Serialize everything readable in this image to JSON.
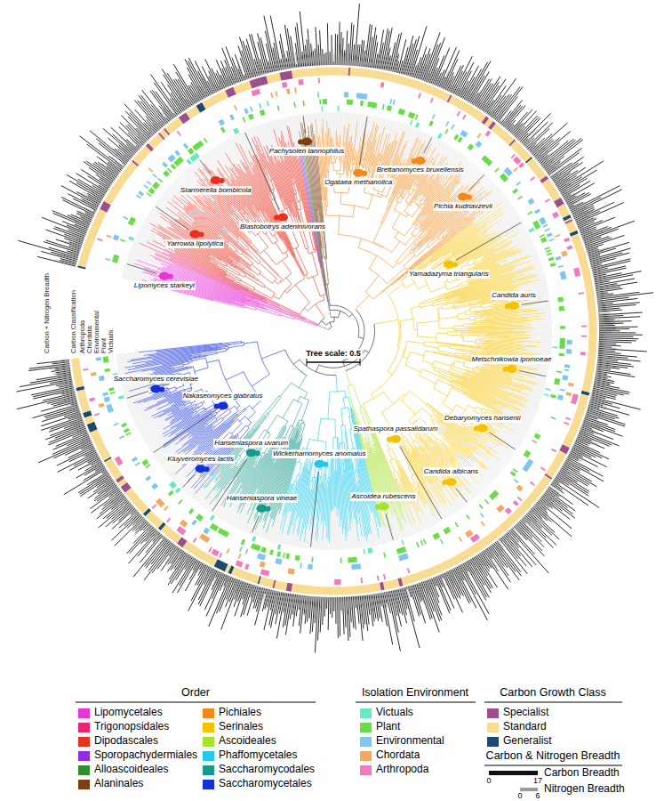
{
  "diagram": {
    "labels": [
      "Tree scale: 0.5",
      "Starmerella bombicola",
      "Pachysolen tannophilus",
      "Ogataea methanolica",
      "Brettanomyces bruxellensis",
      "Pichia kudriavzevii",
      "Blastobotrys adeninivorans",
      "Yamadazyma triangularis",
      "Candida auris",
      "Yarrowia lipolytica",
      "Metschnikowia ipomoeae",
      "Lipomyces starkeyi",
      "Debaryomyces hansenii",
      "Saccharomyces cerevisiae",
      "Nakaseomyces glabratus",
      "Kluyveromyces lactis",
      "Spathaspora passalidarum",
      "Hanseniaspora uvarum",
      "Candida albicans",
      "Hanseniaspora vineae",
      "Ascoidea rubescens",
      "Wickerhamomyces anomalus",
      "Carbon + Nitrogen Breadth",
      "Carbon Classification",
      "Arthropoda",
      "Chordata",
      "Environmental",
      "Plant",
      "Victuals",
      "Order",
      "Isolation Environment",
      "Carbon Growth Class",
      "Carbon & Nitrogen Breadth",
      "0",
      "17",
      "0",
      "6"
    ],
    "legend": [
      {
        "text": "Lipomycetales",
        "color": "#e835d6"
      },
      {
        "text": "Trigonopsidales",
        "color": "#e8266f"
      },
      {
        "text": "Dipodascales",
        "color": "#e8301e"
      },
      {
        "text": "Sporopachydermiales",
        "color": "#8e2ee0"
      },
      {
        "text": "Alloascoideales",
        "color": "#2f8f30"
      },
      {
        "text": "Alaninales",
        "color": "#7b3f12"
      },
      {
        "text": "Pichiales",
        "color": "#f28a1a"
      },
      {
        "text": "Serinales",
        "color": "#f6c200"
      },
      {
        "text": "Ascoideales",
        "color": "#a6e12c"
      },
      {
        "text": "Phaffomycetales",
        "color": "#22c9ea"
      },
      {
        "text": "Saccharomycodales",
        "color": "#179a8c"
      },
      {
        "text": "Saccharomycetales",
        "color": "#1230d6"
      },
      {
        "text": "Victuals",
        "color": "#66e8c4"
      },
      {
        "text": "Plant",
        "color": "#68dd48"
      },
      {
        "text": "Environmental",
        "color": "#7fc6ee"
      },
      {
        "text": "Chordata",
        "color": "#f5a862"
      },
      {
        "text": "Arthropoda",
        "color": "#f37ab8"
      },
      {
        "text": "Specialist",
        "color": "#9b4f8c"
      },
      {
        "text": "Standard",
        "color": "#f8dc93"
      },
      {
        "text": "Generalist",
        "color": "#1c4a6e"
      },
      {
        "text": "Carbon Breadth"
      },
      {
        "text": "Nitrogen Breadth"
      }
    ]
  }
}
